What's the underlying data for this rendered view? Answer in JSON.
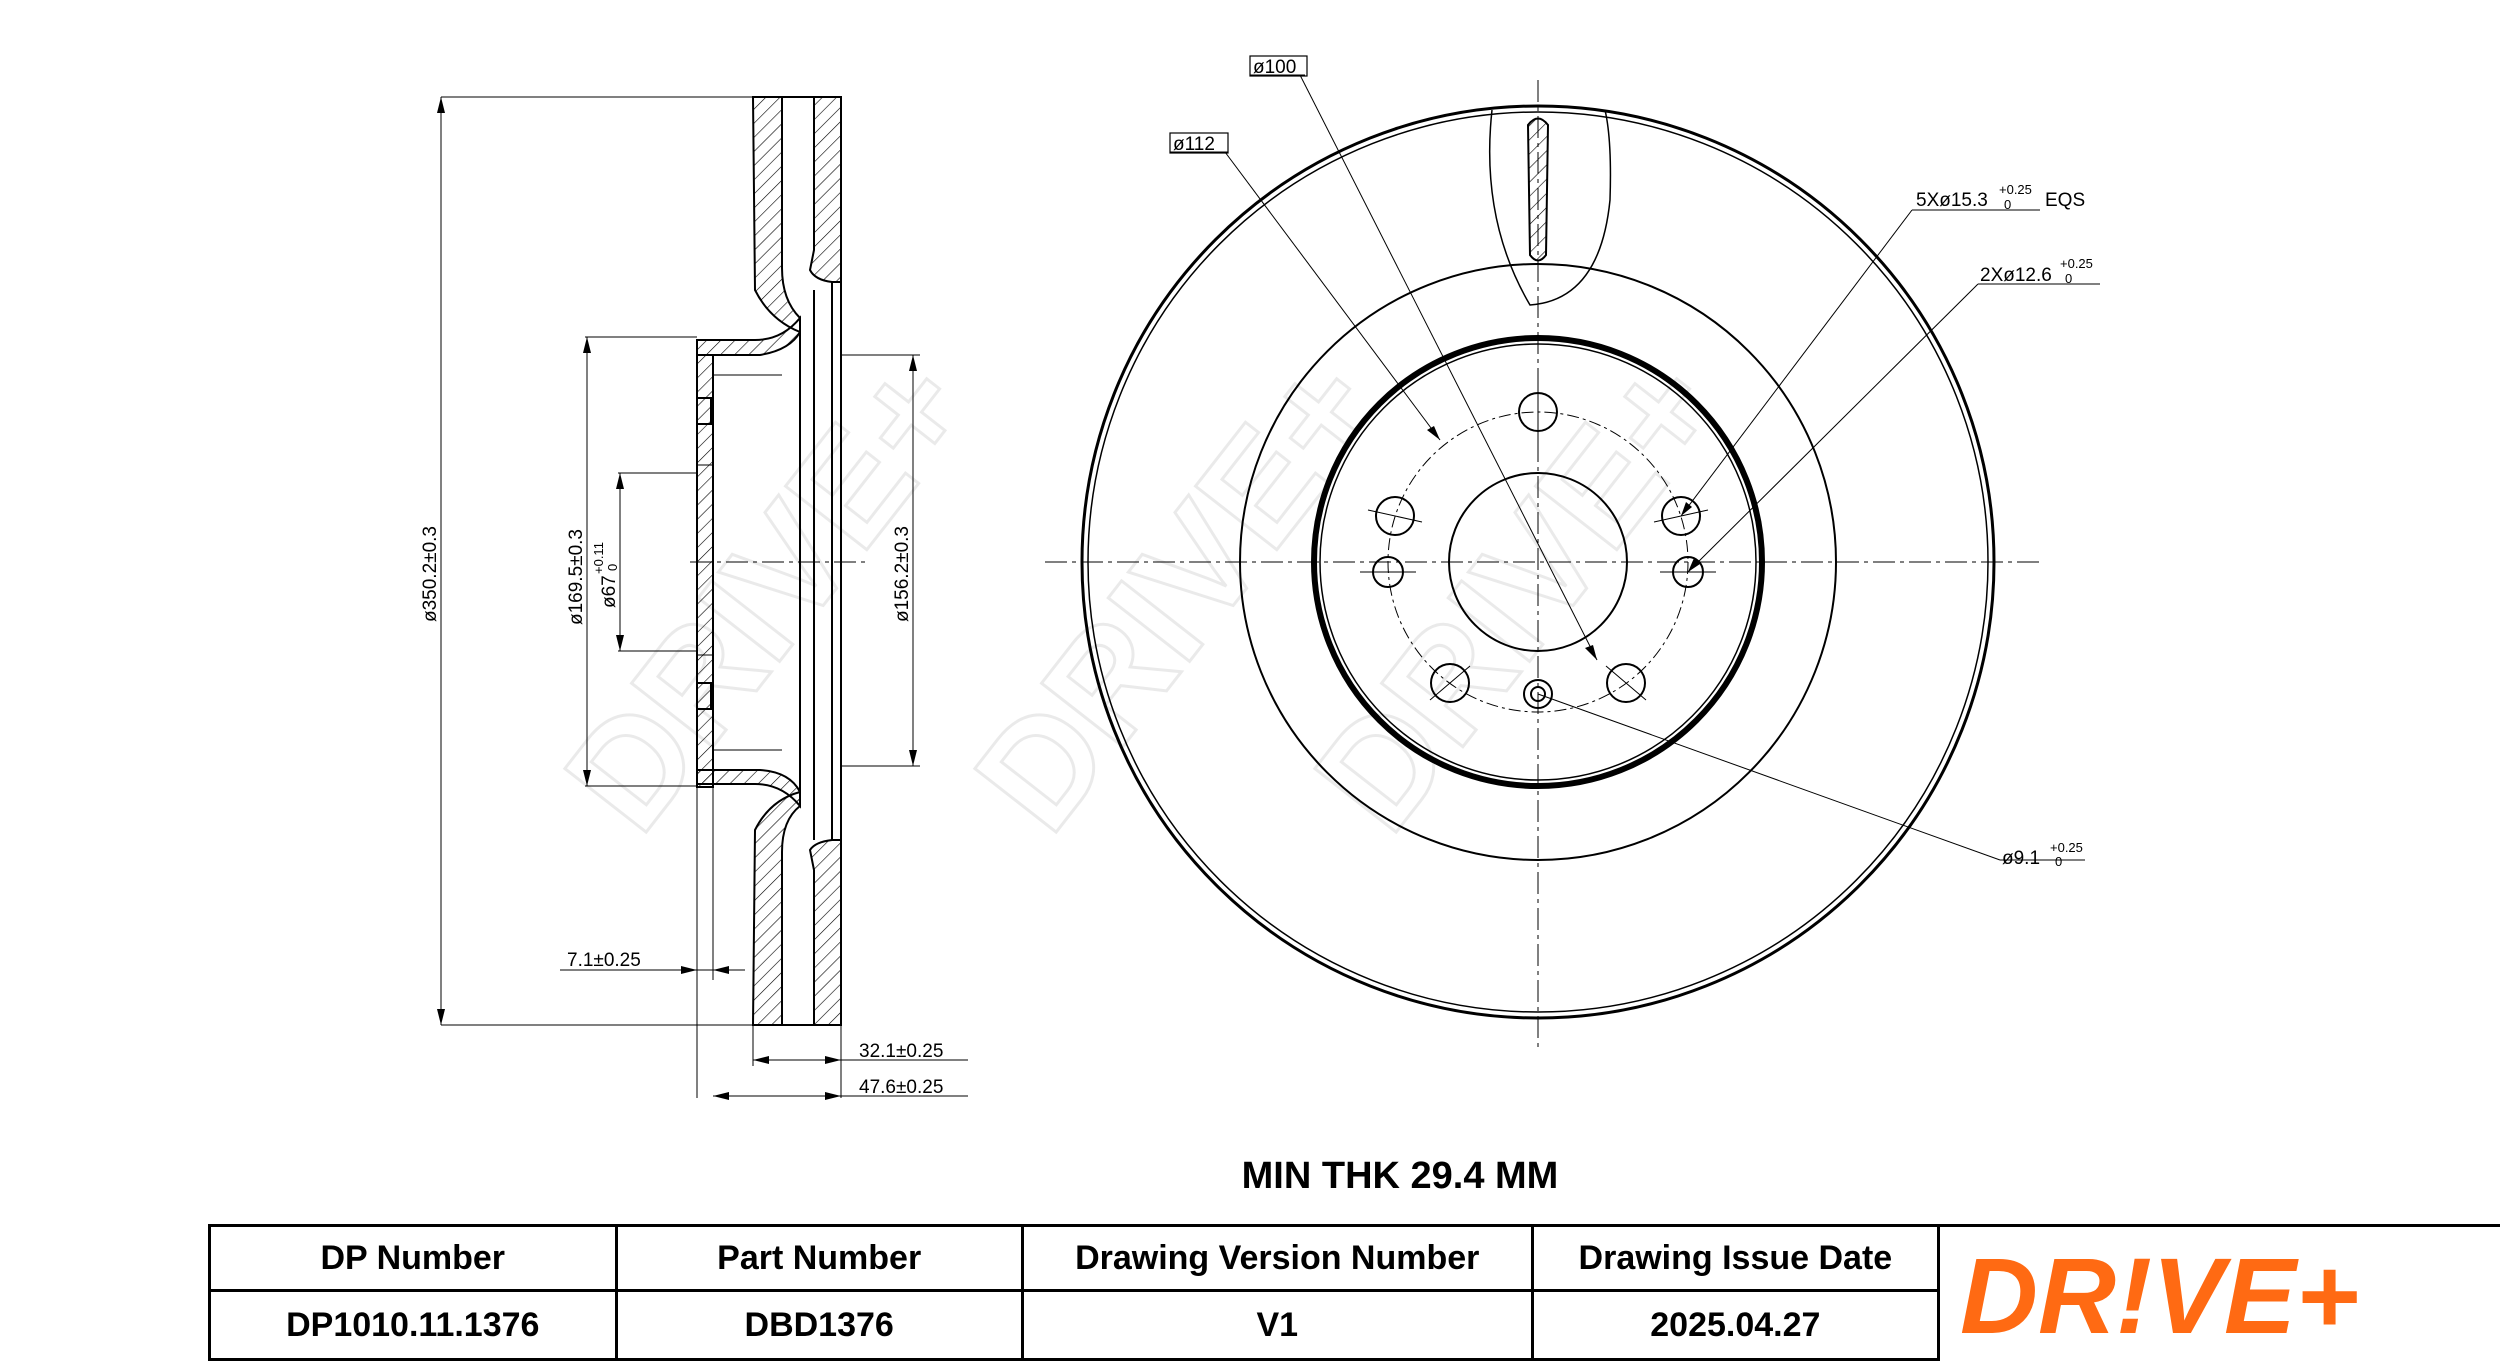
{
  "watermark": "DRIVE+",
  "dimensions": {
    "d100": "ø100",
    "d112": "ø112",
    "bolt_holes": "5Xø15.3",
    "bolt_tol_upper": "+0.25",
    "bolt_tol_lower": "0",
    "bolt_suffix": "EQS",
    "pin_holes": "2Xø12.6",
    "pin_tol_upper": "+0.25",
    "pin_tol_lower": "0",
    "center_hole": "ø9.1",
    "center_tol_upper": "+0.25",
    "center_tol_lower": "0",
    "outer_diameter": "ø350.2±0.3",
    "hat_diameter": "ø169.5±0.3",
    "bore_diameter": "ø67",
    "bore_tol_upper": "+0.11",
    "bore_tol_lower": "0",
    "inner_diameter": "ø156.2±0.3",
    "hat_thickness": "7.1±0.25",
    "disc_thickness": "32.1±0.25",
    "total_height": "47.6±0.25"
  },
  "min_thickness": "MIN THK 29.4 MM",
  "table": {
    "headers": [
      "DP Number",
      "Part Number",
      "Drawing Version Number",
      "Drawing Issue Date"
    ],
    "values": [
      "DP1010.11.1376",
      "DBD1376",
      "V1",
      "2025.04.27"
    ]
  },
  "logo": {
    "text": "DR!VE+",
    "color": "#ff6a13"
  }
}
